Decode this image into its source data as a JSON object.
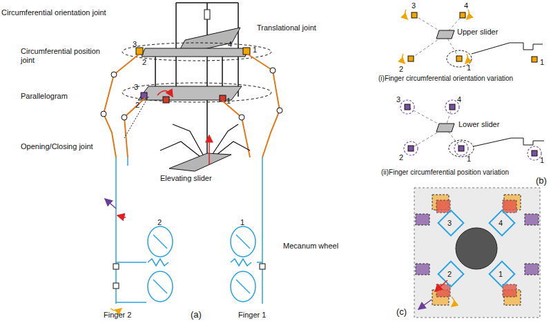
{
  "diagram": {
    "labels": [
      "Circumferential orientation joint",
      "Translational joint",
      "Circumferential position joint",
      "Parallelogram",
      "Opening/Closing joint",
      "Elevating slider",
      "Mecanum wheel",
      "Finger 2",
      "Finger 1",
      "(a)",
      "3",
      "2",
      "4",
      "1",
      "3",
      "2",
      "1",
      "2",
      "1",
      "3",
      "4",
      "Upper slider",
      "2",
      "1",
      "1",
      "(i)Finger circumferential orientation variation",
      "3",
      "4",
      "Lower slider",
      "2",
      "1",
      "1",
      "(ii)Finger circumferential position variation",
      "(b)",
      "3",
      "4",
      "2",
      "1",
      "(c)"
    ]
  }
}
